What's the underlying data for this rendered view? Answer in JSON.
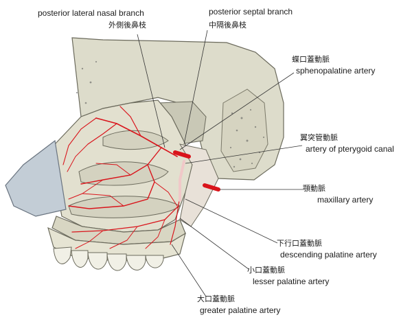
{
  "figure": {
    "accent_color": "#d9141b",
    "bone_color": "#dddccb",
    "labels": [
      {
        "id": "posterior-lateral-nasal-branch",
        "en": "posterior lateral nasal branch",
        "zh": "外側後鼻枝"
      },
      {
        "id": "posterior-septal-branch",
        "en": "posterior septal branch",
        "zh": "中隔後鼻枝"
      },
      {
        "id": "sphenopalatine-artery",
        "en": "sphenopalatine artery",
        "zh": "蝶口蓋動脈"
      },
      {
        "id": "artery-of-pterygoid-canal",
        "en": "artery of pterygoid canal",
        "zh": "翼突管動脈"
      },
      {
        "id": "maxillary-artery",
        "en": "maxillary artery",
        "zh": "顎動脈"
      },
      {
        "id": "descending-palatine-artery",
        "en": "descending palatine artery",
        "zh": "下行口蓋動脈"
      },
      {
        "id": "lesser-palatine-artery",
        "en": "lesser palatine artery",
        "zh": "小口蓋動脈"
      },
      {
        "id": "greater-palatine-artery",
        "en": "greater palatine artery",
        "zh": "大口蓋動脈"
      }
    ]
  }
}
